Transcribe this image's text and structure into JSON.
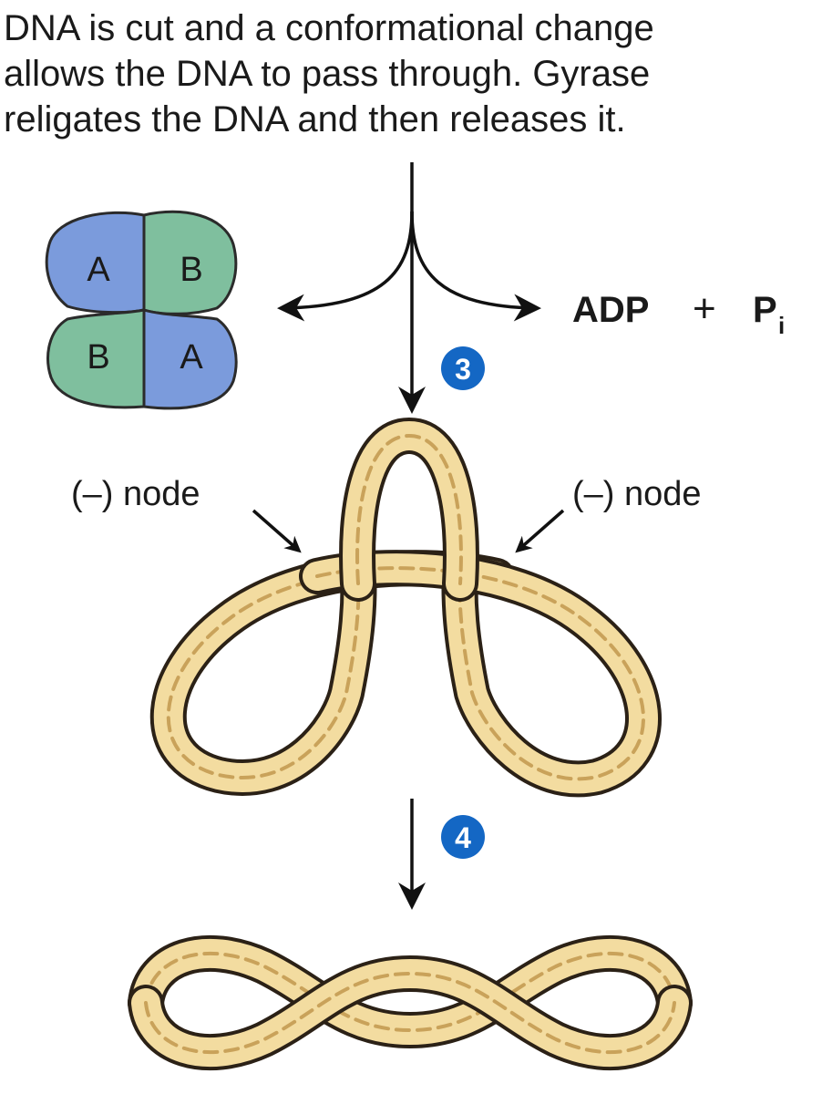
{
  "caption": {
    "line1": "DNA is cut and a conformational change",
    "line2": "allows the DNA to pass through. Gyrase",
    "line3": "religates the DNA and then releases it."
  },
  "enzyme": {
    "subunits": [
      "A",
      "B",
      "B",
      "A"
    ],
    "color_a": "#7b9bdc",
    "color_b": "#7fbf9e"
  },
  "products": {
    "adp": "ADP",
    "plus": "+",
    "pi": "P",
    "pi_subscript": "i"
  },
  "steps": {
    "step3": "3",
    "step4": "4",
    "badge_color": "#1467c4"
  },
  "nodes": {
    "left": "(–) node",
    "right": "(–) node"
  },
  "dna_colors": {
    "fill": "#f3dca0",
    "strand": "#c9a25a",
    "edge": "#2b2116"
  },
  "icons": {
    "split_arrow": "three-way-split-arrow-icon",
    "down_arrow": "down-arrow-icon",
    "node_pointer": "pointer-arrow-icon"
  }
}
